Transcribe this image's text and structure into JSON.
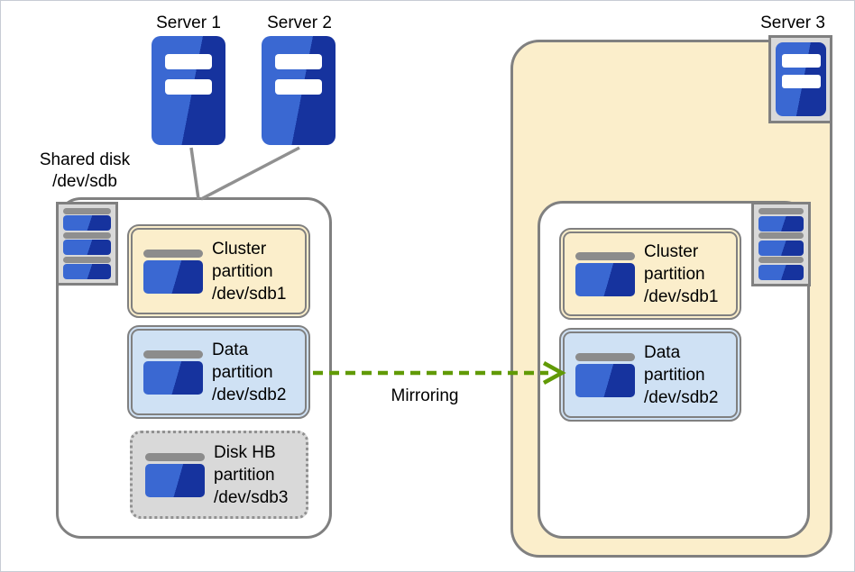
{
  "labels": {
    "server1": "Server 1",
    "server2": "Server 2",
    "server3": "Server 3",
    "shared_disk": [
      "Shared disk",
      "/dev/sdb"
    ],
    "disk": [
      "Disk",
      "/dev/sdb"
    ],
    "mirroring": "Mirroring"
  },
  "left_container": {
    "partitions": [
      {
        "id": "cluster-partition",
        "style": "cream",
        "lines": [
          "Cluster",
          "partition",
          "/dev/sdb1"
        ]
      },
      {
        "id": "data-partition",
        "style": "blue",
        "lines": [
          "Data",
          "partition",
          "/dev/sdb2"
        ]
      },
      {
        "id": "disk-hb-partition",
        "style": "dotted",
        "lines": [
          "Disk HB",
          "partition",
          "/dev/sdb3"
        ]
      }
    ]
  },
  "right_container": {
    "partitions": [
      {
        "id": "cluster-partition",
        "style": "cream",
        "lines": [
          "Cluster",
          "partition",
          "/dev/sdb1"
        ]
      },
      {
        "id": "data-partition",
        "style": "blue",
        "lines": [
          "Data",
          "partition",
          "/dev/sdb2"
        ]
      }
    ]
  },
  "icons": {
    "server": "server-tower-icon",
    "disk": "stacked-drives-icon",
    "partition_drive": "drive-icon"
  },
  "colors": {
    "server_blue_light": "#3a68d2",
    "server_blue_dark": "#16339e",
    "cream_fill": "#fbeecb",
    "light_blue_fill": "#cfe1f4",
    "gray_fill": "#d9d9d9",
    "border_gray": "#808080",
    "connector_gray": "#909090",
    "arrow_green": "#619a06"
  }
}
